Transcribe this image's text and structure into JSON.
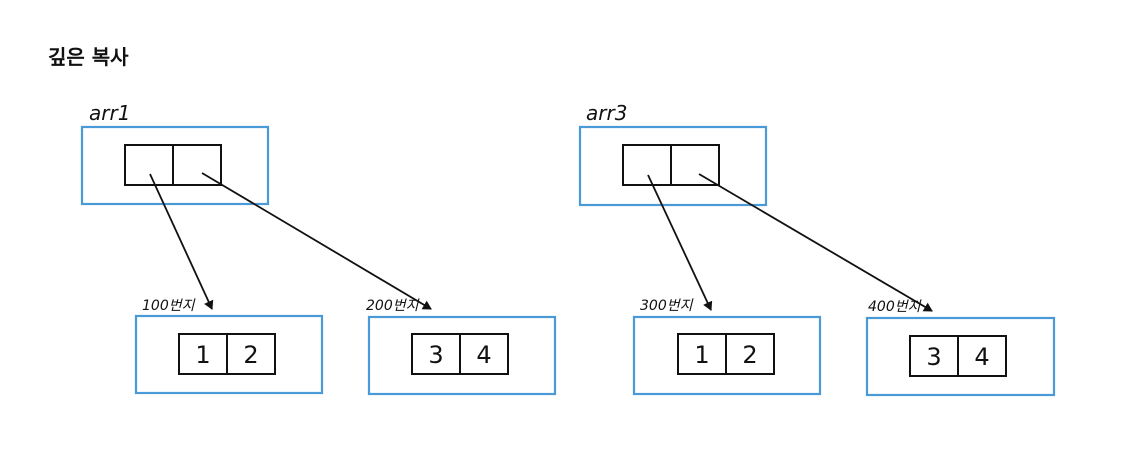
{
  "title": "깊은 복사",
  "colors": {
    "frame": "#4a9ad8",
    "ink": "#111111",
    "background": "#ffffff"
  },
  "references": [
    {
      "label": "arr1"
    },
    {
      "label": "arr3"
    }
  ],
  "objects": [
    {
      "address": "100번지",
      "values": [
        "1",
        "2"
      ]
    },
    {
      "address": "200번지",
      "values": [
        "3",
        "4"
      ]
    },
    {
      "address": "300번지",
      "values": [
        "1",
        "2"
      ]
    },
    {
      "address": "400번지",
      "values": [
        "3",
        "4"
      ]
    }
  ]
}
